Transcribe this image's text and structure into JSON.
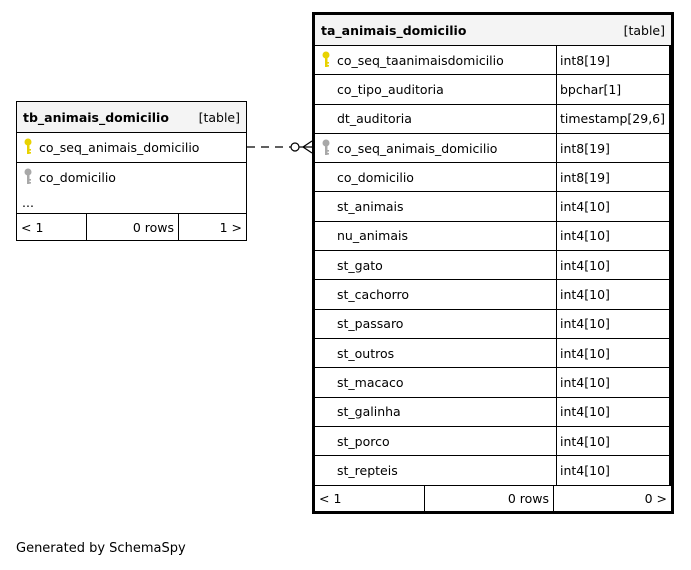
{
  "tables": {
    "tb": {
      "name": "tb_animais_domicilio",
      "kind": "[table]",
      "columns": [
        {
          "name": "co_seq_animais_domicilio",
          "key": "primary-key-icon"
        },
        {
          "name": "co_domicilio",
          "key": "foreign-key-icon"
        }
      ],
      "ellipsis": "...",
      "footer": {
        "prev": "< 1",
        "rows": "0 rows",
        "next": "1 >"
      }
    },
    "ta": {
      "name": "ta_animais_domicilio",
      "kind": "[table]",
      "columns": [
        {
          "name": "co_seq_taanimaisdomicilio",
          "type": "int8[19]",
          "key": "primary-key-icon"
        },
        {
          "name": "co_tipo_auditoria",
          "type": "bpchar[1]",
          "key": ""
        },
        {
          "name": "dt_auditoria",
          "type": "timestamp[29,6]",
          "key": ""
        },
        {
          "name": "co_seq_animais_domicilio",
          "type": "int8[19]",
          "key": "foreign-key-icon"
        },
        {
          "name": "co_domicilio",
          "type": "int8[19]",
          "key": ""
        },
        {
          "name": "st_animais",
          "type": "int4[10]",
          "key": ""
        },
        {
          "name": "nu_animais",
          "type": "int4[10]",
          "key": ""
        },
        {
          "name": "st_gato",
          "type": "int4[10]",
          "key": ""
        },
        {
          "name": "st_cachorro",
          "type": "int4[10]",
          "key": ""
        },
        {
          "name": "st_passaro",
          "type": "int4[10]",
          "key": ""
        },
        {
          "name": "st_outros",
          "type": "int4[10]",
          "key": ""
        },
        {
          "name": "st_macaco",
          "type": "int4[10]",
          "key": ""
        },
        {
          "name": "st_galinha",
          "type": "int4[10]",
          "key": ""
        },
        {
          "name": "st_porco",
          "type": "int4[10]",
          "key": ""
        },
        {
          "name": "st_repteis",
          "type": "int4[10]",
          "key": ""
        }
      ],
      "footer": {
        "prev": "< 1",
        "rows": "0 rows",
        "next": "0 >"
      }
    }
  },
  "colors": {
    "primary_key": "#e8d200",
    "foreign_key": "#a8a8a8",
    "header_bg": "#f4f4f4"
  },
  "footer_text": "Generated by SchemaSpy"
}
